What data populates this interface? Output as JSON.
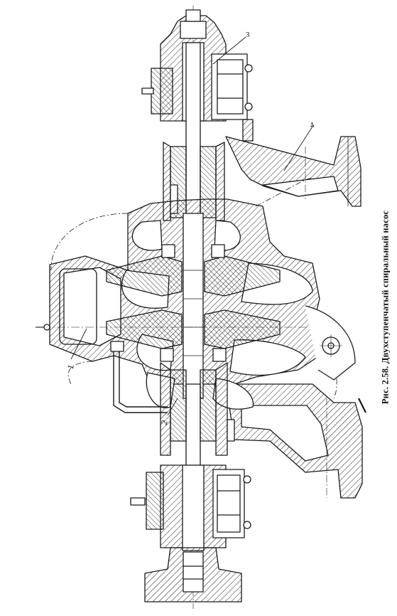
{
  "figure": {
    "caption": "Рис. 2.58. Двухступенчатый спиральный насос",
    "callouts": [
      {
        "id": "1",
        "text": "1"
      },
      {
        "id": "2",
        "text": "2"
      },
      {
        "id": "3",
        "text": "3"
      },
      {
        "id": "4",
        "text": "4"
      }
    ]
  }
}
